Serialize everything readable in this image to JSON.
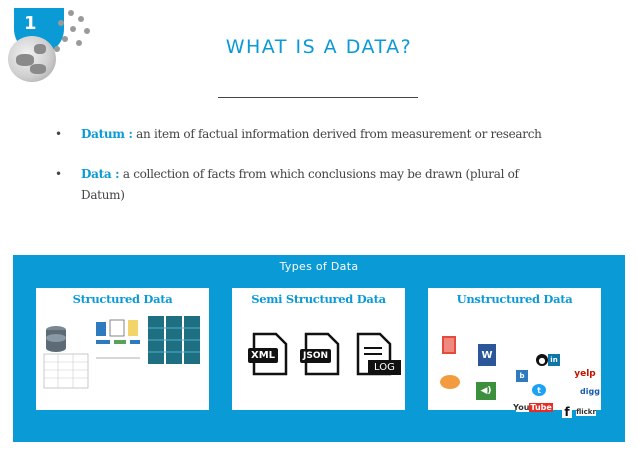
{
  "slide_number": "1",
  "title": "WHAT IS A DATA?",
  "bullets": [
    {
      "marker": "•",
      "term": "Datum :",
      "text": " an item of factual information derived from measurement or research"
    },
    {
      "marker": "•",
      "term": "Data :",
      "text": " a collection of facts from which conclusions may be drawn (plural of Datum)"
    }
  ],
  "panel": {
    "title": "Types of Data",
    "cards": [
      {
        "title": "Structured Data",
        "icons": [
          "database-icon",
          "spreadsheet-icon",
          "dashboard-icon",
          "server-rack-icon"
        ]
      },
      {
        "title": "Semi Structured Data",
        "icons": [
          "xml-file-icon",
          "json-file-icon",
          "log-file-icon"
        ]
      },
      {
        "title": "Unstructured Data",
        "icons": [
          "pdf-icon",
          "word-doc-icon",
          "image-icon",
          "audio-icon",
          "social-media-icons"
        ]
      }
    ]
  },
  "file_labels": {
    "xml": "XML",
    "json": "JSON",
    "log": "LOG"
  },
  "social_labels": {
    "yelp": "yelp",
    "digg": "digg",
    "youtube": "You",
    "flickr": "flickr",
    "facebook": "f"
  },
  "colors": {
    "accent": "#0a9ad6",
    "text": "#444444",
    "panel": "#0a9ad6"
  }
}
